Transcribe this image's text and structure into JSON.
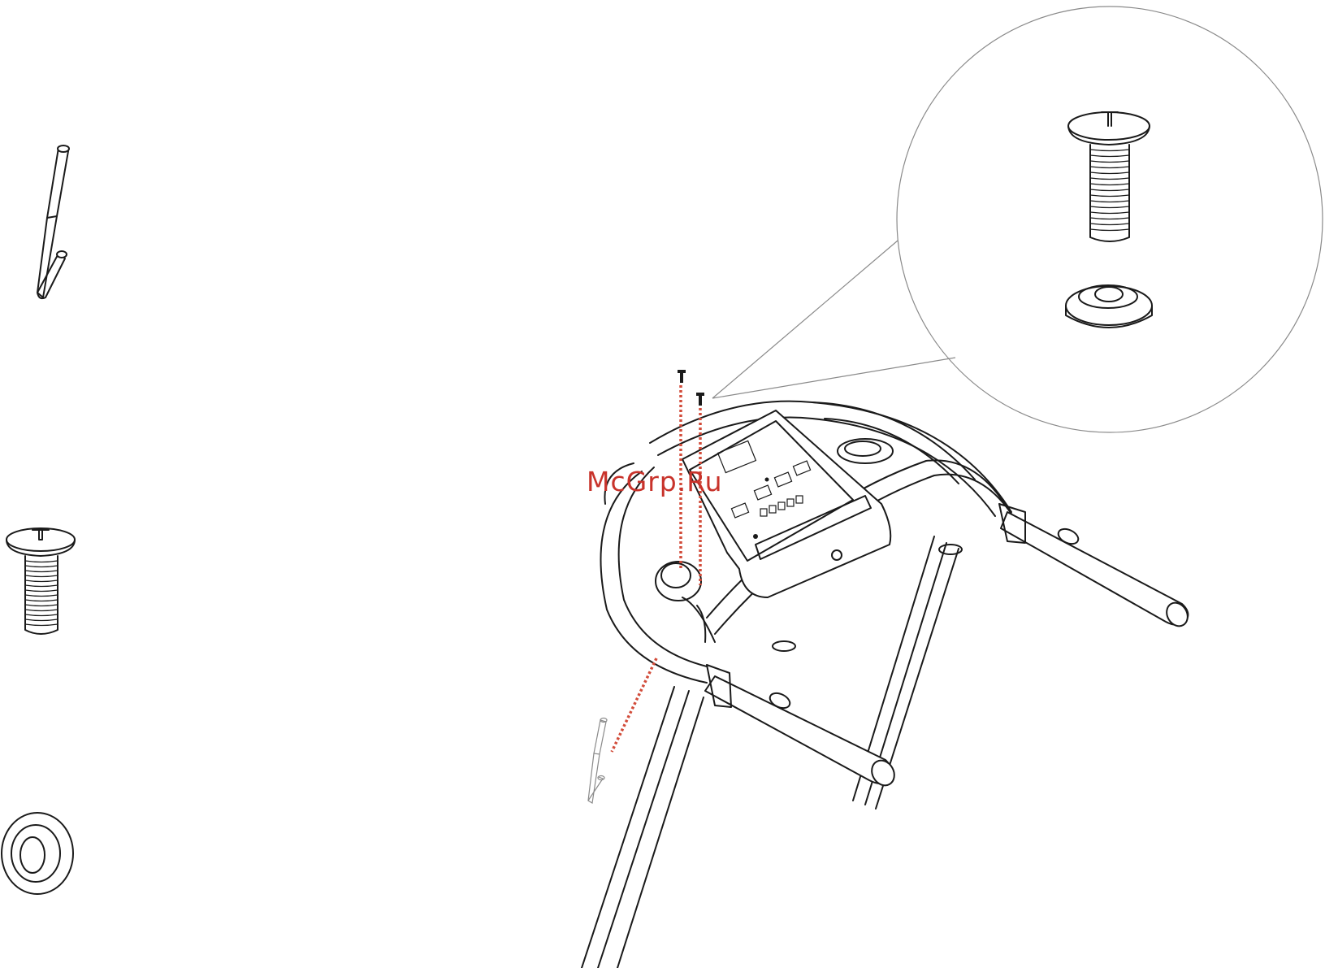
{
  "figure": {
    "parts": [
      {
        "name": "allen-key"
      },
      {
        "name": "screw"
      },
      {
        "name": "washer"
      }
    ],
    "watermark": "McGrp.Ru",
    "colors": {
      "line": "#1a1a1a",
      "guide": "#d24c3a",
      "watermark": "#c8332b",
      "callout": "#8a8a8a"
    }
  }
}
